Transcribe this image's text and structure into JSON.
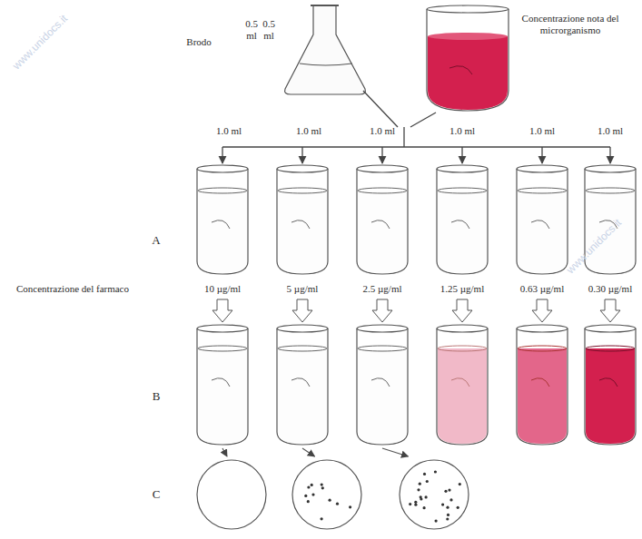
{
  "diagram": {
    "labels": [
      "Brodo",
      "0.5 ml",
      "0.5 ml",
      "Concentrazione nota del microrganismo",
      "1.0 ml",
      "1.0 ml",
      "1.0 ml",
      "1.0 ml",
      "1.0 ml",
      "1.0 ml",
      "A",
      "Concentrazione del farmaco",
      "10 µg/ml",
      "5 µg/ml",
      "2.5 µg/ml",
      "1.25 µg/ml",
      "0.63 µg/ml",
      "0.30 µg/ml",
      "B",
      "C",
      "www.unidocs.it",
      "www.unidocs.it"
    ]
  }
}
